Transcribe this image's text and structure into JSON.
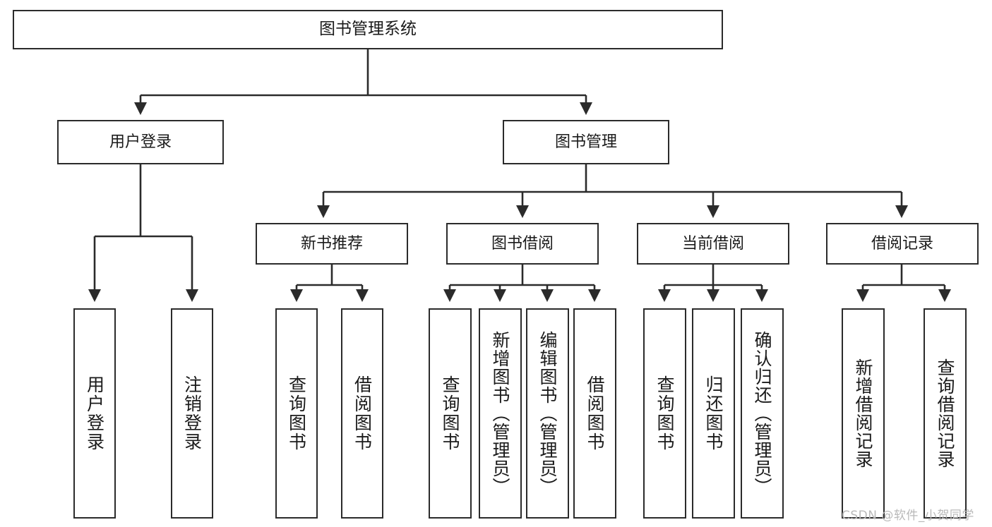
{
  "diagram": {
    "title": "图书管理系统",
    "type": "功能结构图",
    "root": {
      "id": "root",
      "label": "图书管理系统"
    },
    "level2": [
      {
        "id": "user-login",
        "label": "用户登录"
      },
      {
        "id": "book-manage",
        "label": "图书管理"
      }
    ],
    "level3": [
      {
        "id": "new-book-rec",
        "label": "新书推荐"
      },
      {
        "id": "book-borrow",
        "label": "图书借阅"
      },
      {
        "id": "current-borrow",
        "label": "当前借阅"
      },
      {
        "id": "borrow-record",
        "label": "借阅记录"
      }
    ],
    "leaves": {
      "user_login": [
        {
          "id": "leaf-user-login",
          "label": "用户登录"
        },
        {
          "id": "leaf-logout-login",
          "label": "注销登录"
        }
      ],
      "new_book_rec": [
        {
          "id": "leaf-query-book-1",
          "label": "查询图书"
        },
        {
          "id": "leaf-borrow-book-1",
          "label": "借阅图书"
        }
      ],
      "book_borrow": [
        {
          "id": "leaf-query-book-2",
          "label": "查询图书"
        },
        {
          "id": "leaf-add-book",
          "label": "新增图书（管理员）"
        },
        {
          "id": "leaf-edit-book",
          "label": "编辑图书（管理员）"
        },
        {
          "id": "leaf-borrow-book-2",
          "label": "借阅图书"
        }
      ],
      "current_borrow": [
        {
          "id": "leaf-query-book-3",
          "label": "查询图书"
        },
        {
          "id": "leaf-return-book",
          "label": "归还图书"
        },
        {
          "id": "leaf-confirm-return",
          "label": "确认归还（管理员）"
        }
      ],
      "borrow_record": [
        {
          "id": "leaf-add-record",
          "label": "新增借阅记录"
        },
        {
          "id": "leaf-query-record",
          "label": "查询借阅记录"
        }
      ]
    },
    "watermark": "CSDN @软件_小贺同学",
    "colors": {
      "stroke": "#2b2b2b",
      "fill": "#ffffff",
      "text": "#1a1a1a",
      "watermark": "#b9b9b9"
    }
  }
}
